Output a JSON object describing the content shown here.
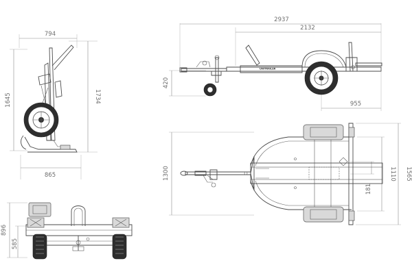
{
  "colors": {
    "background": "#ffffff",
    "line": "#4a4a4a",
    "dimension": "#8a8a8a"
  },
  "brand_text": "UNITRAILER",
  "dimensions": {
    "side_width": "794",
    "side_height_total": "1734",
    "side_height_mast": "1645",
    "side_base_width": "865",
    "top_length_total": "2937",
    "top_length_body": "2132",
    "drawbar_height": "420",
    "rear_overhang": "955",
    "plan_width": "1300",
    "plan_track": "1110",
    "plan_outer": "1565",
    "plan_channel": "181",
    "front_height": "896",
    "front_deck_height": "585"
  }
}
